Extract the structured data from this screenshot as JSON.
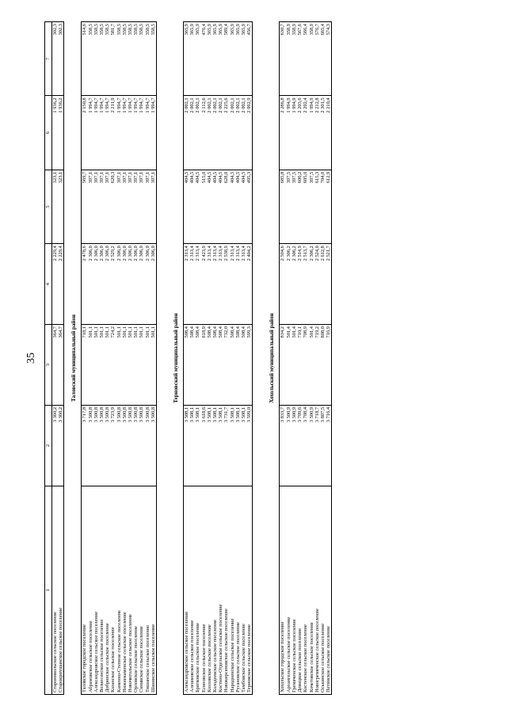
{
  "page_number": "35",
  "columns": [
    "1",
    "2",
    "3",
    "4",
    "5",
    "6",
    "7"
  ],
  "top_rows": [
    [
      "Староникольское сельское поселение",
      "3 360,2",
      "364,7",
      "2 229,4",
      "323,1",
      "1 936,2",
      "302,3"
    ],
    [
      "Старокриушанское сельское поселение",
      "3 360,2",
      "364,7",
      "2 229,4",
      "323,1",
      "1 936,2",
      "302,3"
    ]
  ],
  "sections": [
    {
      "title": "Таловский муниципальный район",
      "rows": [
        [
          "Таловское городское поселение",
          "3 717,8",
          "718,1",
          "2 478,6",
          "569,7",
          "2 150,8",
          "514,6"
        ],
        [
          "Абрамовское сельское поселение",
          "3 500,8",
          "501,1",
          "2 306,0",
          "397,1",
          "1 994,7",
          "358,5"
        ],
        [
          "Александровское сельское поселение",
          "3 500,8",
          "501,1",
          "2 306,0",
          "397,1",
          "1 994,7",
          "358,5"
        ],
        [
          "Вознесенское сельское поселение",
          "3 500,8",
          "501,1",
          "2 306,0",
          "397,1",
          "1 994,7",
          "358,5"
        ],
        [
          "Добринское сельское поселение",
          "3 500,8",
          "501,1",
          "2 306,0",
          "397,1",
          "1 994,7",
          "358,5"
        ],
        [
          "Казанское сельское поселение",
          "3 723,9",
          "724,2",
          "2 529,2",
          "620,3",
          "2 211,9",
          "581,7"
        ],
        [
          "Каменно-Степное сельское поселение",
          "3 500,8",
          "501,1",
          "2 306,0",
          "397,1",
          "1 994,7",
          "358,5"
        ],
        [
          "Нижнекаменское сельское поселение",
          "3 500,8",
          "501,1",
          "2 306,0",
          "397,1",
          "1 994,7",
          "358,5"
        ],
        [
          "Новочигольское сельское поселение",
          "3 500,8",
          "501,1",
          "2 306,0",
          "397,1",
          "1 994,7",
          "358,5"
        ],
        [
          "Орловское сельское поселение",
          "3 500,8",
          "501,1",
          "2 306,0",
          "397,1",
          "1 994,7",
          "358,5"
        ],
        [
          "Синявское сельское поселение",
          "3 500,8",
          "501,1",
          "2 306,0",
          "397,1",
          "1 994,7",
          "358,5"
        ],
        [
          "Тишанское сельское поселение",
          "3 500,8",
          "501,1",
          "2 306,0",
          "397,1",
          "1 994,7",
          "358,5"
        ],
        [
          "Шанинское сельское поселение",
          "3 500,8",
          "501,1",
          "2 306,0",
          "397,1",
          "1 994,7",
          "358,5"
        ]
      ]
    },
    {
      "title": "Терновский муниципальный район",
      "rows": [
        [
          "Александровское сельское поселение",
          "3 508,1",
          "508,4",
          "2 313,4",
          "404,5",
          "2 002,1",
          "365,9"
        ],
        [
          "Алешковское сельское поселение",
          "3 508,1",
          "508,4",
          "2 313,4",
          "404,5",
          "2 002,1",
          "365,9"
        ],
        [
          "Братковское сельское поселение",
          "3 508,1",
          "508,4",
          "2 313,4",
          "404,5",
          "2 002,1",
          "365,9"
        ],
        [
          "Есиповское сельское поселение",
          "3 618,6",
          "618,9",
          "2 423,9",
          "515,0",
          "2 112,6",
          "476,4"
        ],
        [
          "Козловское сельское поселение",
          "3 508,1",
          "508,4",
          "2 313,4",
          "404,5",
          "2 002,1",
          "365,9"
        ],
        [
          "Колодеевское сельское поселение",
          "3 508,1",
          "508,4",
          "2 313,4",
          "404,5",
          "2 002,1",
          "365,9"
        ],
        [
          "Костино-Отдельское сельское поселение",
          "3 508,1",
          "508,4",
          "2 313,4",
          "404,5",
          "2 002,1",
          "365,9"
        ],
        [
          "Новокирсановское сельское поселение",
          "3 731,7",
          "732,0",
          "2 538,9",
          "628,0",
          "2 225,6",
          "589,4"
        ],
        [
          "Народненское сельское поселение",
          "3 508,1",
          "508,4",
          "2 313,4",
          "404,5",
          "2 002,1",
          "365,9"
        ],
        [
          "Русановское сельское поселение",
          "3 508,1",
          "508,4",
          "2 313,4",
          "404,5",
          "2 002,1",
          "365,9"
        ],
        [
          "Тамбовское сельское поселение",
          "3 508,1",
          "508,4",
          "2 313,4",
          "404,5",
          "2 002,1",
          "365,9"
        ],
        [
          "Терновское сельское поселение",
          "3 599,0",
          "599,3",
          "2 404,2",
          "495,3",
          "2 092,9",
          "456,7"
        ]
      ]
    },
    {
      "title": "Хохольский муниципальный район",
      "rows": [
        [
          "Хохольское городское поселение",
          "3 833,7",
          "834,2",
          "2 594,6",
          "685,8",
          "2 286,8",
          "630,7"
        ],
        [
          "Архангельское сельское поселение",
          "3 500,9",
          "501,4",
          "2 306,2",
          "397,5",
          "1 994,9",
          "358,9"
        ],
        [
          "Гремяченское сельское поселение",
          "3 500,9",
          "501,4",
          "2 306,2",
          "397,5",
          "1 994,9",
          "358,9"
        ],
        [
          "Девицкое сельское поселение",
          "3 709,6",
          "710,1",
          "2 514,9",
          "606,2",
          "2 203,6",
          "567,6"
        ],
        [
          "Костенское сельское поселение",
          "3 708,4",
          "708,9",
          "2 513,7",
          "605,0",
          "2 202,4",
          "566,4"
        ],
        [
          "Кочетовское сельское поселение",
          "3 500,9",
          "501,4",
          "2 306,2",
          "397,5",
          "1 994,9",
          "358,9"
        ],
        [
          "Новогремяченское сельское поселение",
          "3 718,7",
          "719,2",
          "2 524,0",
          "615,3",
          "2 212,8",
          "576,7"
        ],
        [
          "Оськинское сельское поселение",
          "3 807,5",
          "808,0",
          "2 612,8",
          "704,0",
          "2 301,5",
          "665,4"
        ],
        [
          "Петинское сельское поселение",
          "3 716,4",
          "716,9",
          "2 521,7",
          "612,9",
          "2 210,4",
          "574,3"
        ]
      ]
    }
  ]
}
